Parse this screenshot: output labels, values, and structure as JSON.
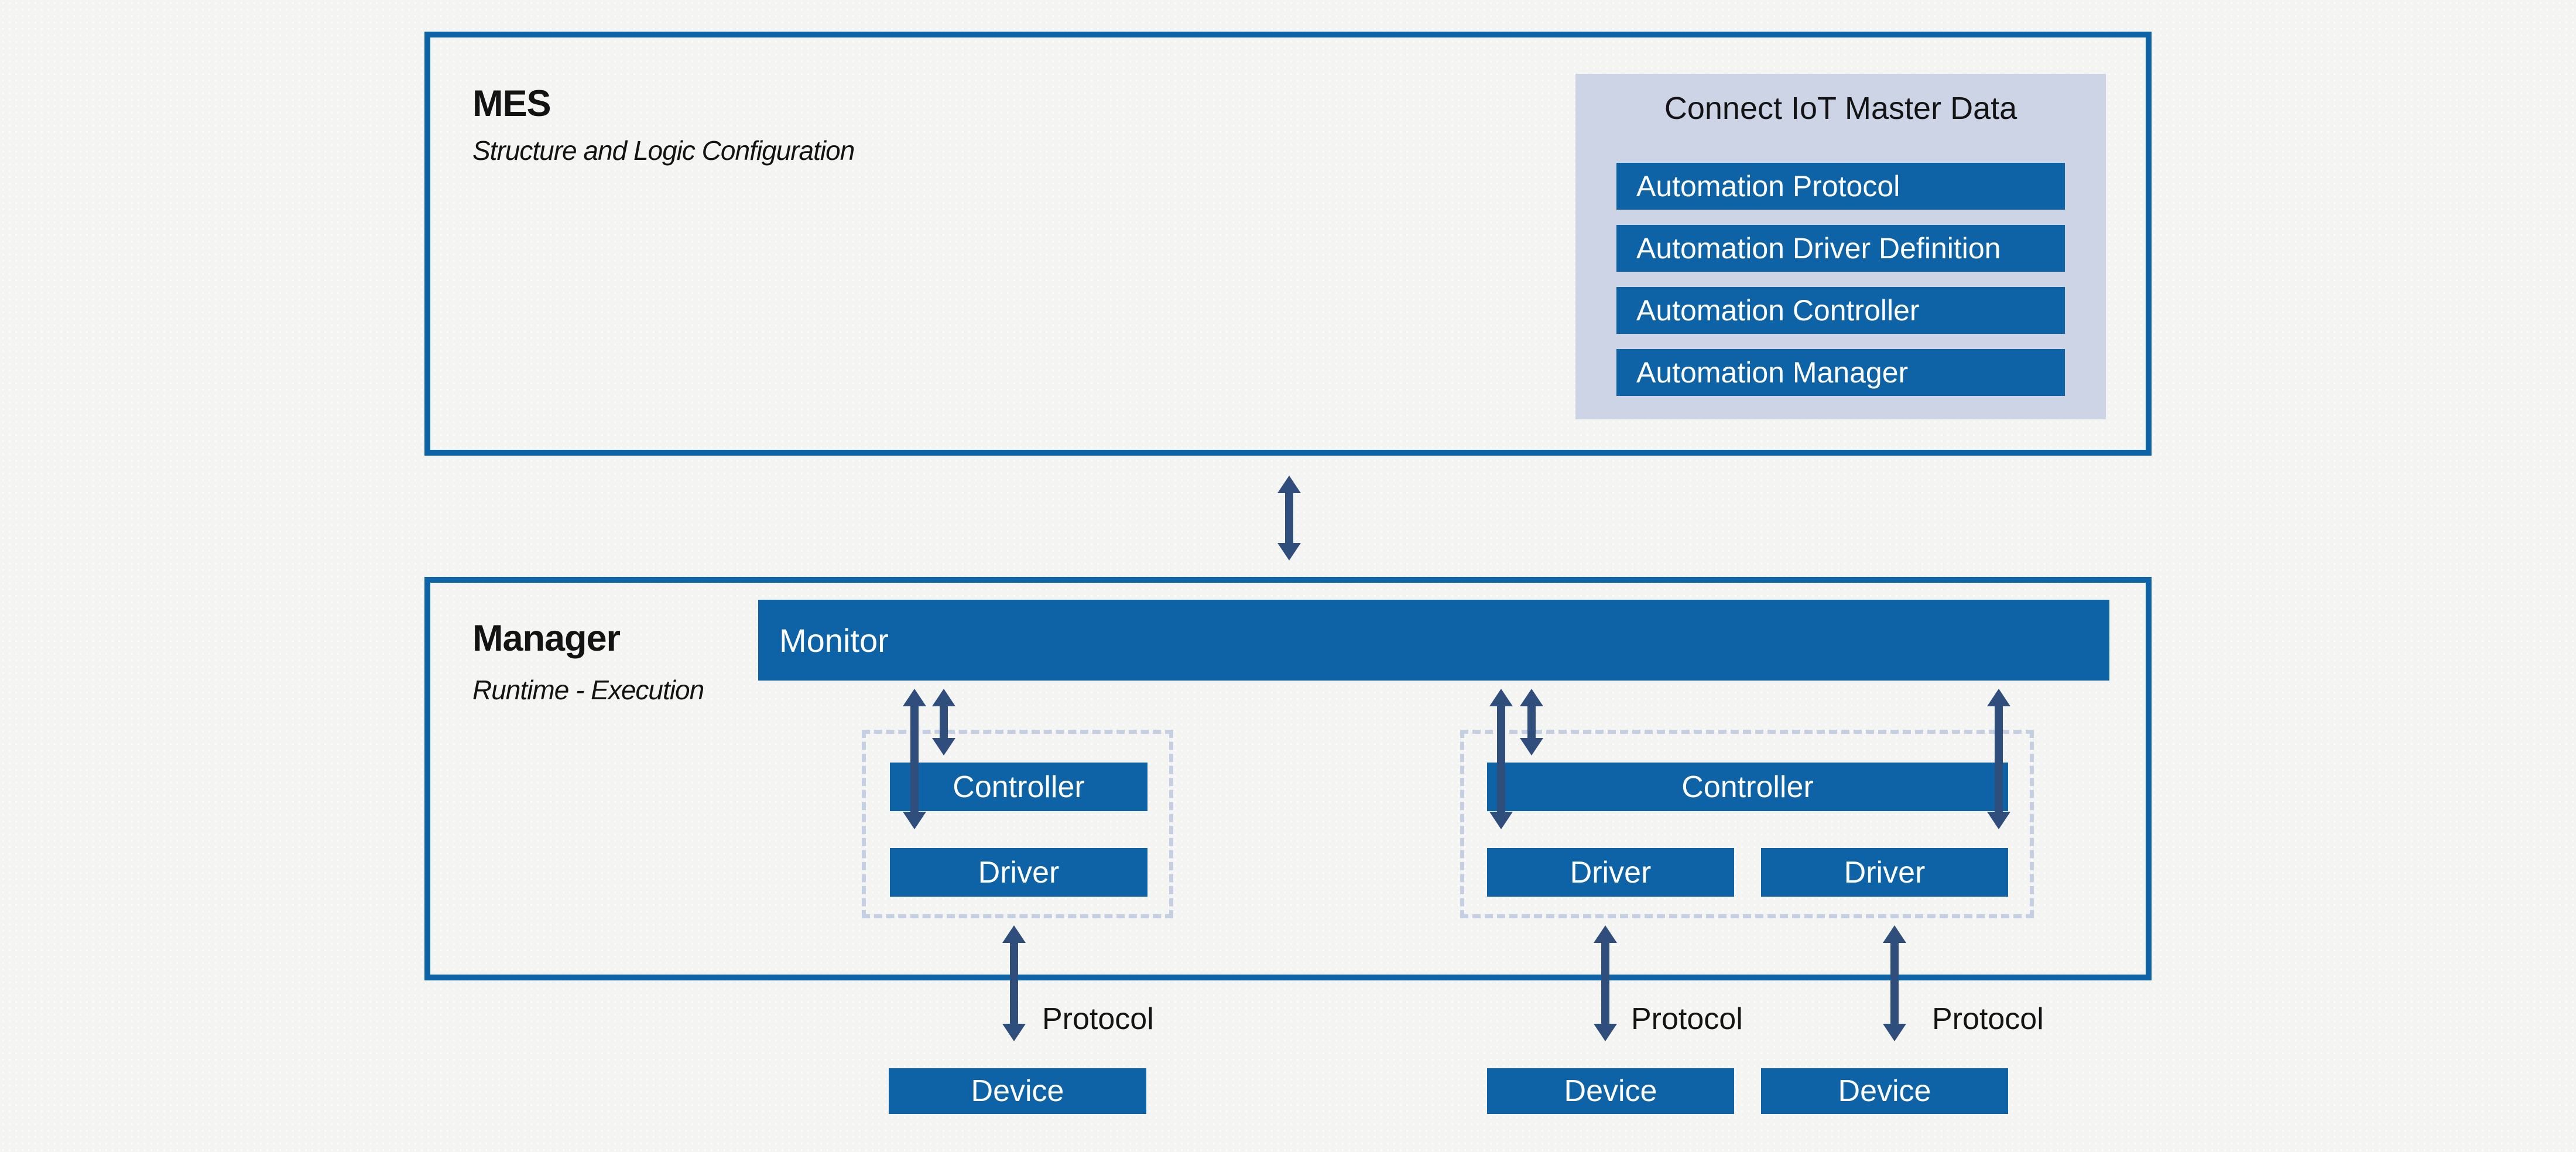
{
  "colors": {
    "primary": "#0e63a6",
    "arrow": "#2f4e7c",
    "panel_bg": "#ccd4e6",
    "dash": "#c5cfe2",
    "page_bg": "#f4f4f2",
    "title_text": "#131313",
    "box_text": "#ffffff"
  },
  "mes": {
    "title": "MES",
    "subtitle": "Structure and Logic Configuration",
    "master_data": {
      "title": "Connect IoT Master Data",
      "items": [
        "Automation Protocol",
        "Automation Driver Definition",
        "Automation Controller",
        "Automation Manager"
      ]
    }
  },
  "manager": {
    "title": "Manager",
    "subtitle": "Runtime - Execution",
    "monitor_label": "Monitor",
    "groups": {
      "left": {
        "controller": "Controller",
        "driver": "Driver"
      },
      "right": {
        "controller": "Controller",
        "driver1": "Driver",
        "driver2": "Driver"
      }
    }
  },
  "protocol_labels": [
    "Protocol",
    "Protocol",
    "Protocol"
  ],
  "devices": [
    "Device",
    "Device",
    "Device"
  ]
}
